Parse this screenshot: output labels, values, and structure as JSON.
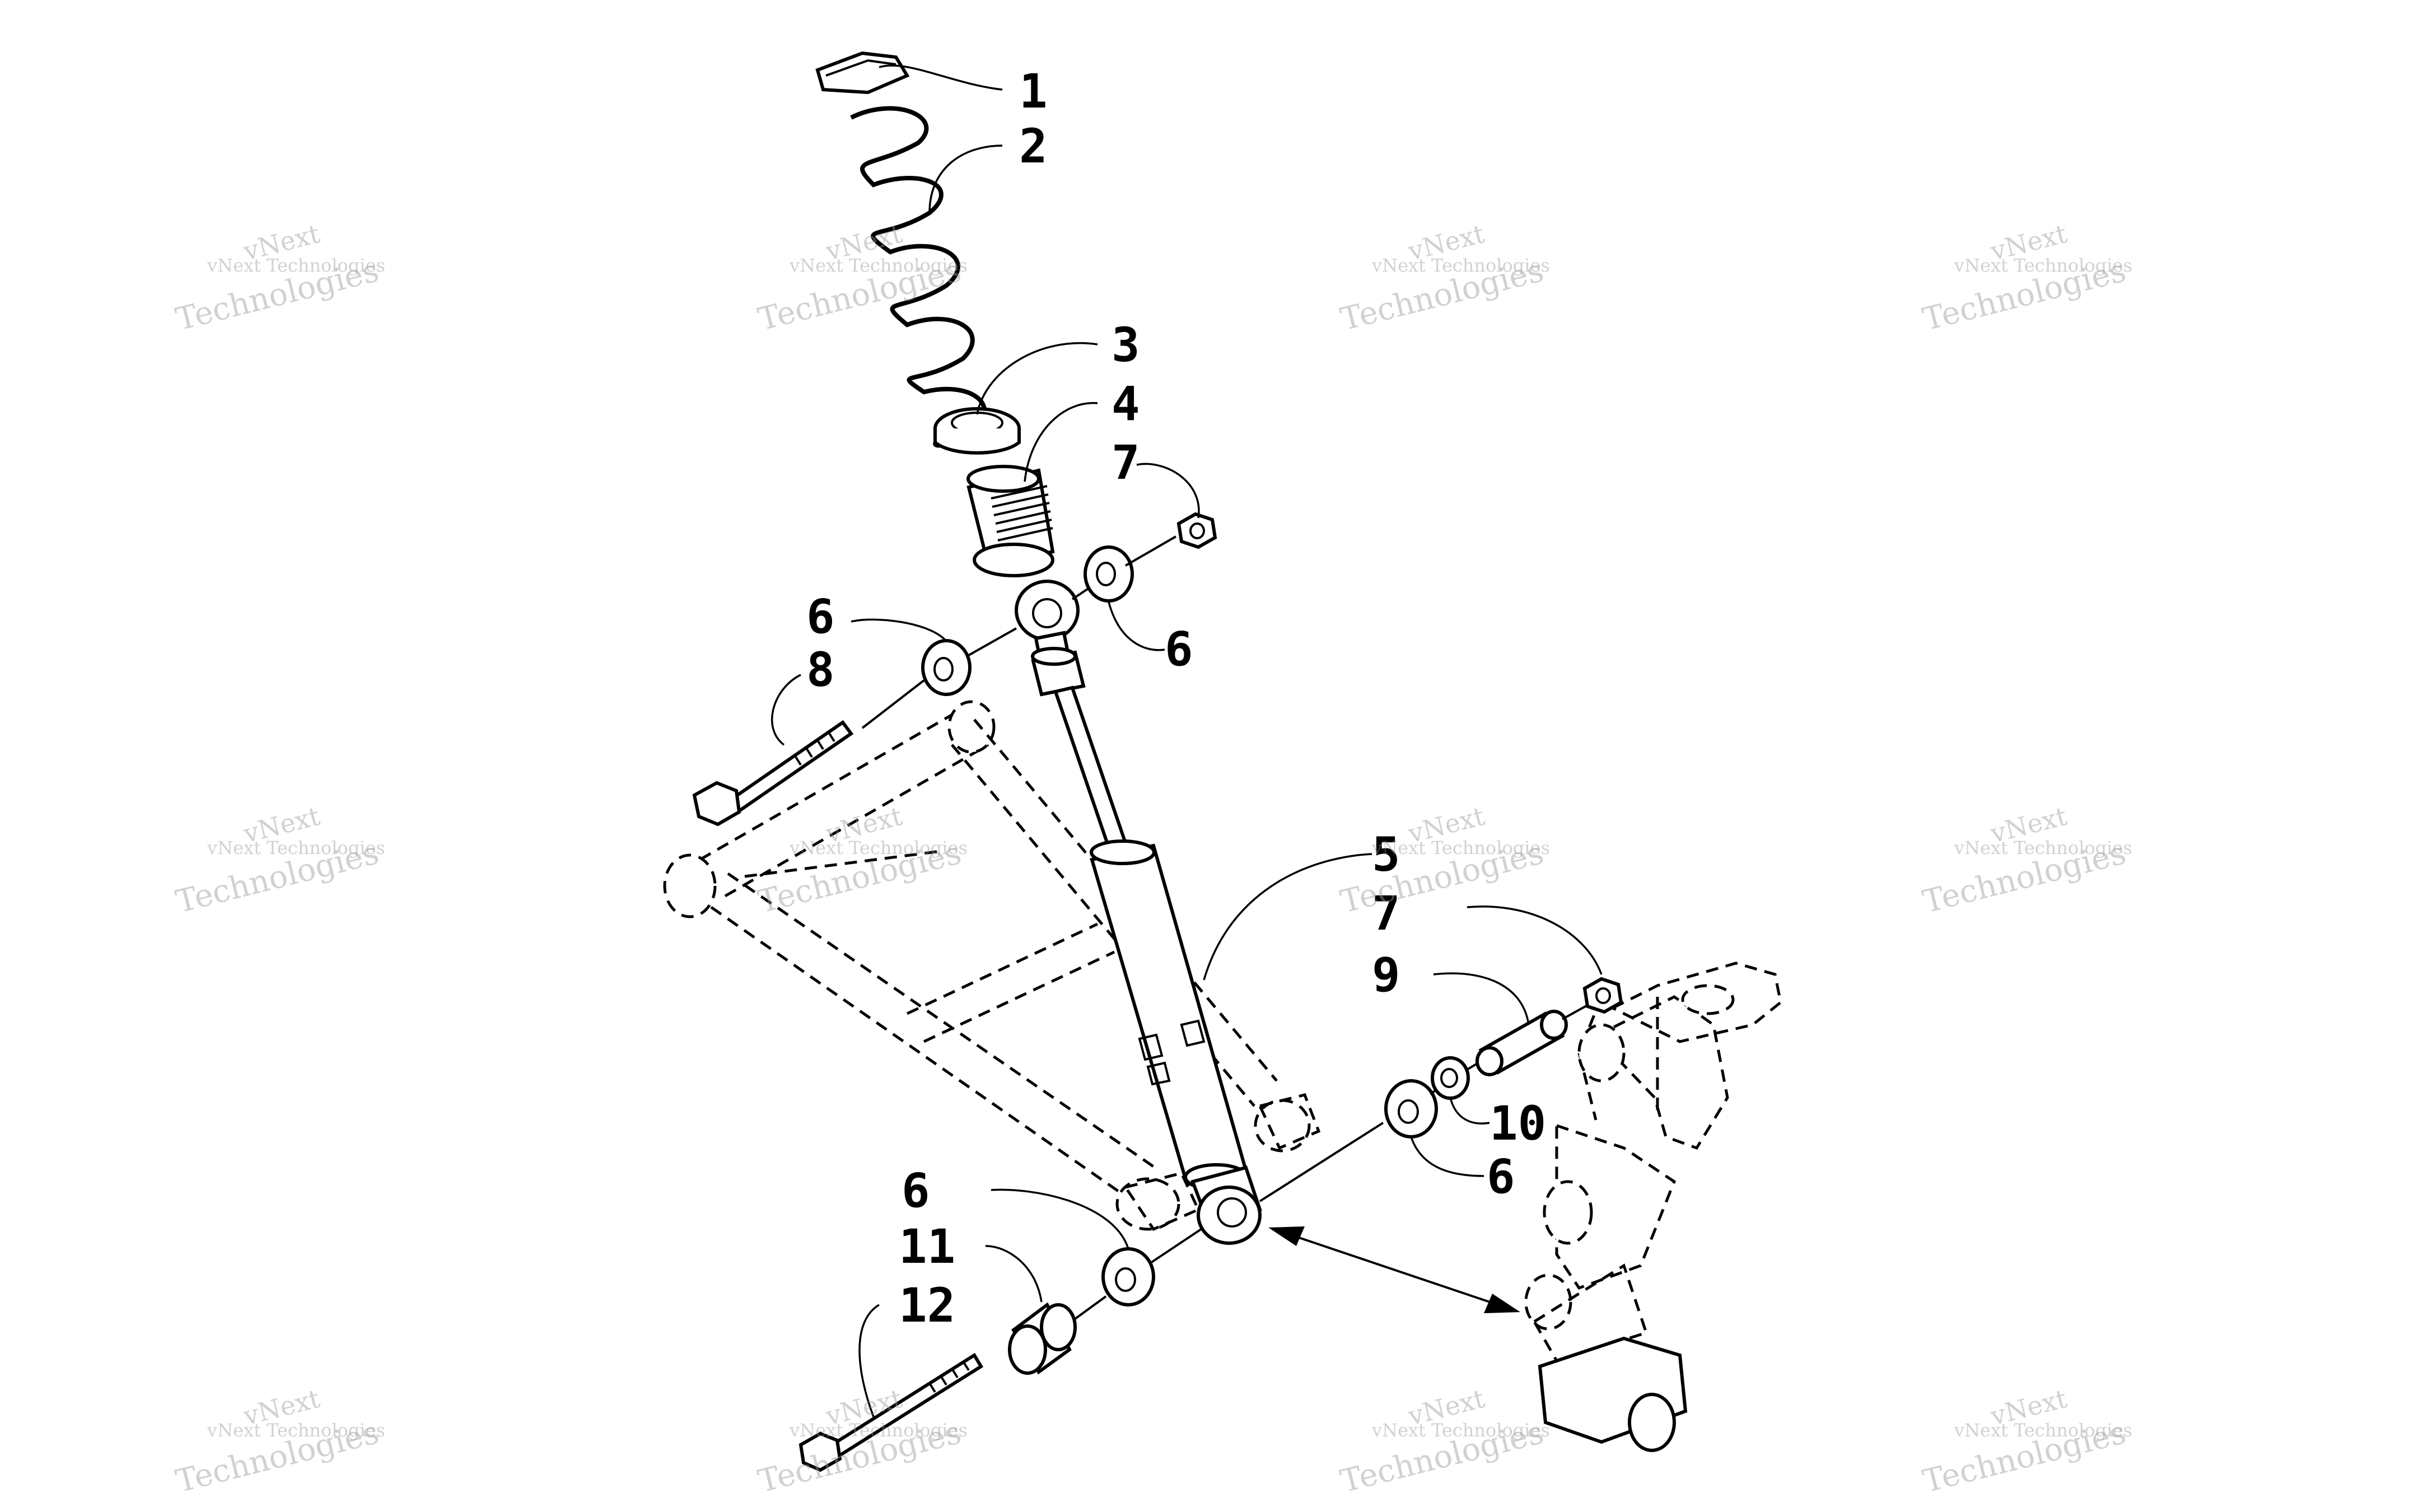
{
  "callouts": {
    "c1": "1",
    "c2": "2",
    "c3": "3",
    "c4": "4",
    "c5": "5",
    "c6a": "6",
    "c6b": "6",
    "c6c": "6",
    "c6d": "6",
    "c7a": "7",
    "c7b": "7",
    "c8": "8",
    "c9": "9",
    "c10": "10",
    "c11": "11",
    "c12": "12"
  },
  "watermark": {
    "line1": "vNext",
    "line2": "vNext Technologies",
    "line3": "Technologies"
  },
  "colors": {
    "ink": "#000000",
    "paper": "#ffffff",
    "watermark": "#9a9a9a"
  }
}
